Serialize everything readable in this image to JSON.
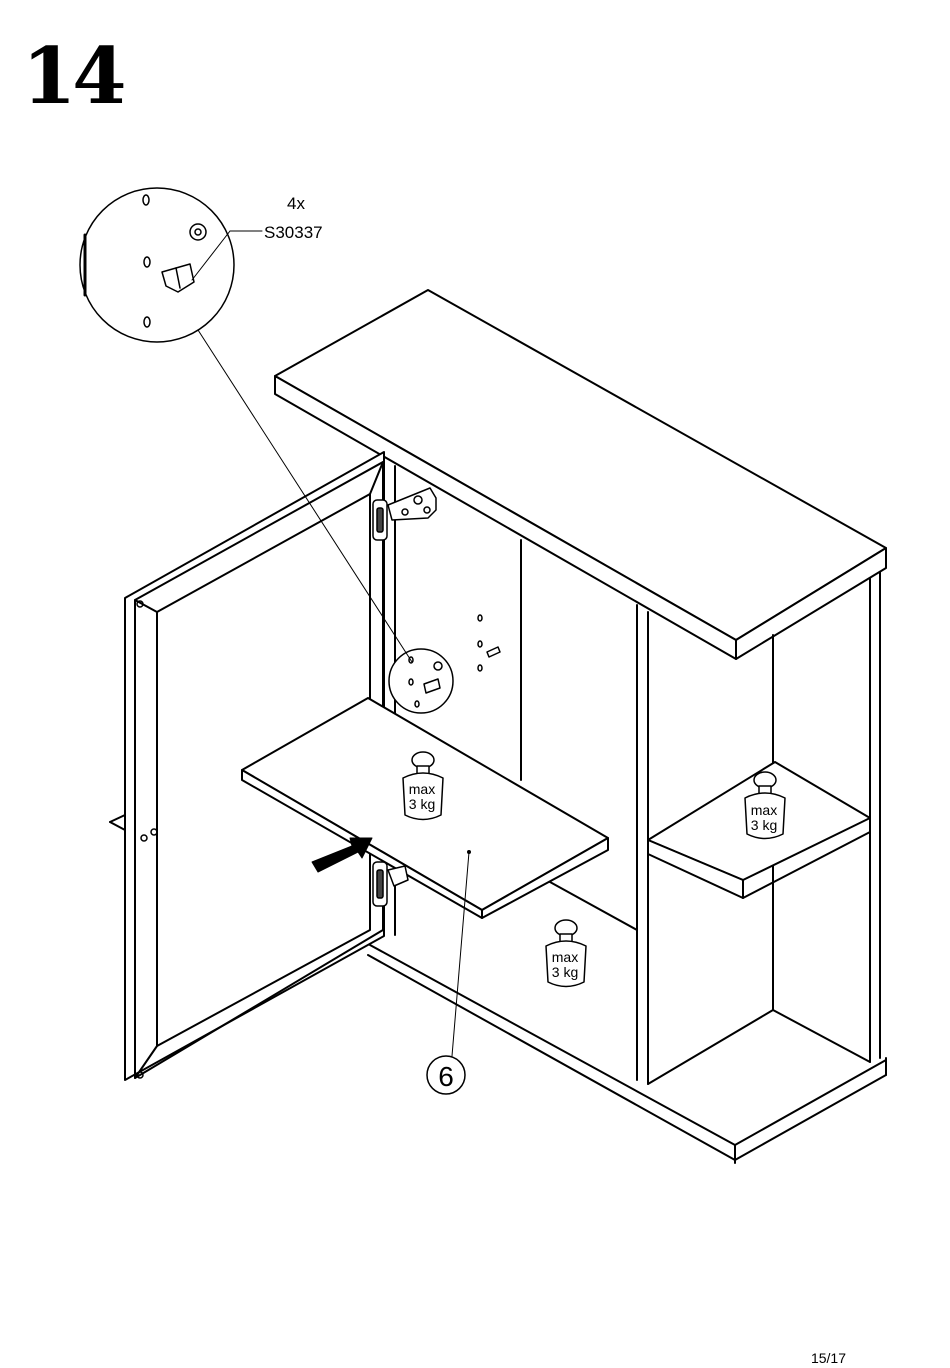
{
  "step": {
    "number": "14"
  },
  "part_callout": {
    "quantity": "4x",
    "code": "S30337"
  },
  "part_label": "6",
  "weight_labels": [
    {
      "line1": "max",
      "line2": "3 kg"
    },
    {
      "line1": "max",
      "line2": "3 kg"
    },
    {
      "line1": "max",
      "line2": "3 kg"
    }
  ],
  "footer": {
    "page": "15/17"
  }
}
